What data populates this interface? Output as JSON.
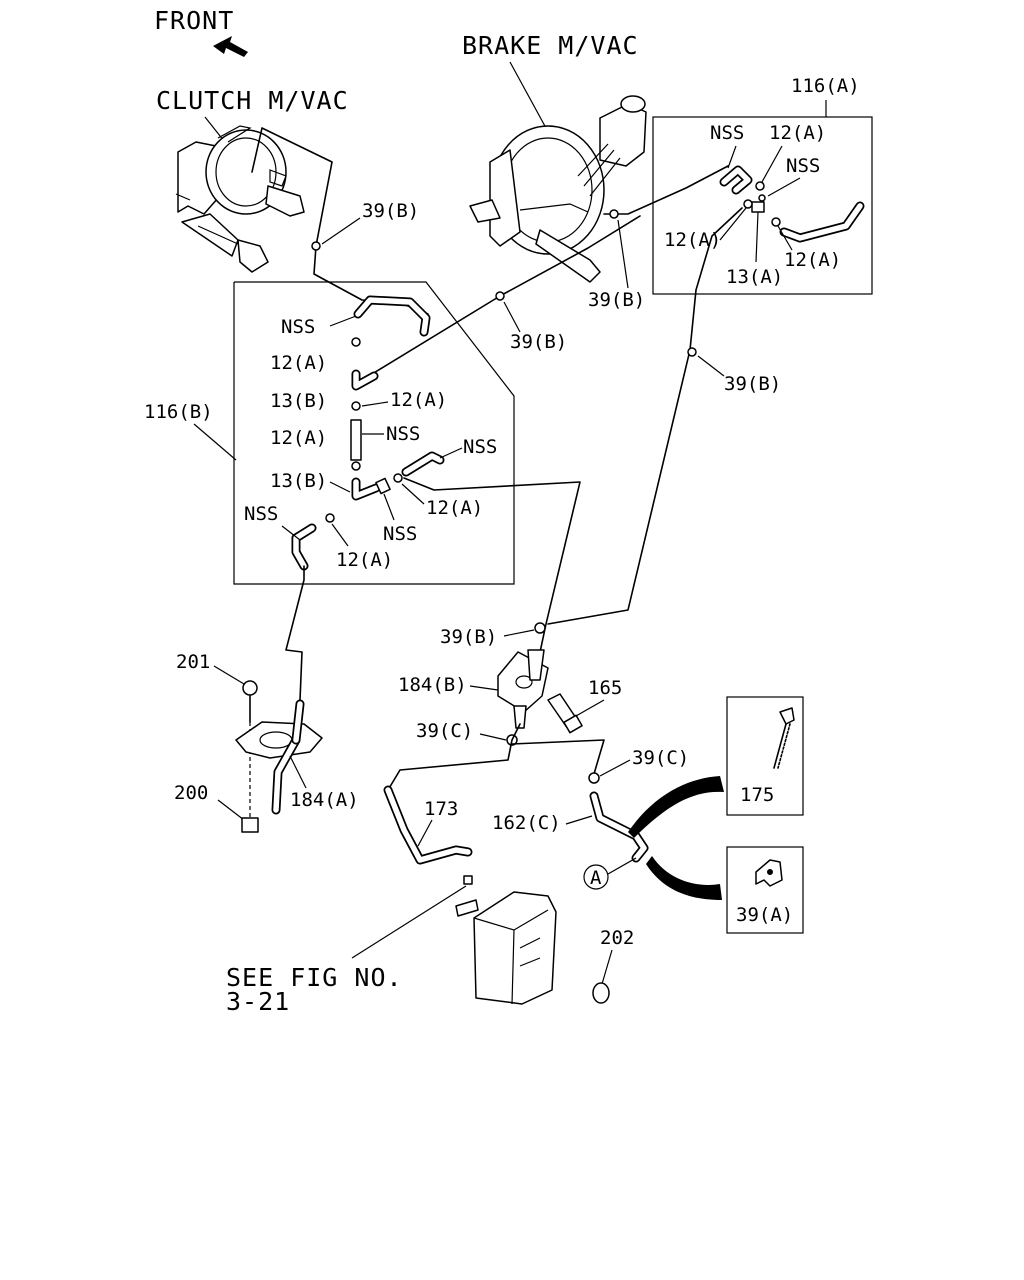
{
  "direction": "FRONT",
  "headings": {
    "clutch": "CLUTCH M/VAC",
    "brake": "BRAKE M/VAC"
  },
  "boxes": {
    "box_a": "116(A)",
    "box_b": "116(B)"
  },
  "callouts": {
    "a_nss_1": "NSS",
    "a_12a_1": "12(A)",
    "a_nss_2": "NSS",
    "a_12a_2": "12(A)",
    "a_13a": "13(A)",
    "a_12a_3": "12(A)",
    "b_nss_1": "NSS",
    "b_12a_1": "12(A)",
    "b_13b_1": "13(B)",
    "b_12a_2": "12(A)",
    "b_12a_3": "12(A)",
    "b_nss_2": "NSS",
    "b_nss_3": "NSS",
    "b_13b_2": "13(B)",
    "b_12a_4": "12(A)",
    "b_nss_4": "NSS",
    "b_nss_5": "NSS",
    "b_12a_5": "12(A)",
    "clip_39b_1": "39(B)",
    "clip_39b_2": "39(B)",
    "clip_39b_3": "39(B)",
    "clip_39b_4": "39(B)",
    "clip_39b_5": "39(B)",
    "p201": "201",
    "p200": "200",
    "p184a": "184(A)",
    "p184b": "184(B)",
    "p165": "165",
    "clip_39c_1": "39(C)",
    "clip_39c_2": "39(C)",
    "p173": "173",
    "p162c": "162(C)",
    "p175": "175",
    "p39a": "39(A)",
    "p202": "202",
    "circle_a": "A"
  },
  "see_fig": {
    "line1": "SEE FIG NO.",
    "line2": "3-21"
  },
  "icons": [
    "front-arrow-icon",
    "clutch-booster-icon",
    "brake-booster-icon",
    "canister-icon",
    "bracket-icon",
    "clip-icon",
    "grommet-icon"
  ]
}
